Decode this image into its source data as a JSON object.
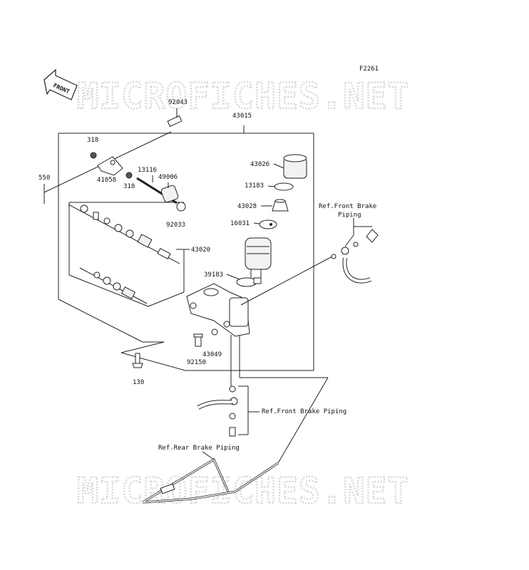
{
  "diagram": {
    "figure_code": "F2261",
    "front_arrow_text": "FRONT",
    "watermark_top": "MICROFICHES.NET",
    "watermark_bottom": "MICROFICHES.NET",
    "part_labels": {
      "p92043": "92043",
      "p43015": "43015",
      "p318a": "318",
      "p318b": "318",
      "p550": "550",
      "p41058": "41058",
      "p13116": "13116",
      "p49006": "49006",
      "p92033": "92033",
      "p43020": "43020",
      "p43026": "43026",
      "p13183": "13183",
      "p43028": "43028",
      "p16031": "16031",
      "p39183": "39183",
      "p43049": "43049",
      "p92150": "92150",
      "p130": "130"
    },
    "refs": {
      "front_brake_1_line1": "Ref.Front Brake",
      "front_brake_1_line2": "Piping",
      "front_brake_2": "Ref.Front Brake Piping",
      "rear_brake": "Ref.Rear Brake Piping"
    }
  }
}
